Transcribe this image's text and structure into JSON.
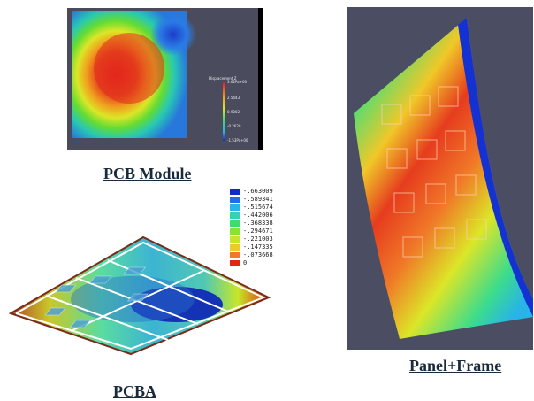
{
  "captions": {
    "pcb_module": "PCB Module",
    "panel_frame": "Panel+Frame",
    "pcba": "PCBA"
  },
  "pcb_colorbar": {
    "title": "Displacement Z",
    "ticks": [
      "3.62Pa+00",
      "2.5443",
      "0.9002",
      "-0.2620",
      "-1.53Pa+00"
    ]
  },
  "pcba_legend": {
    "values": [
      "-.663009",
      "-.589341",
      "-.515674",
      "-.442006",
      "-.368338",
      "-.294671",
      "-.221003",
      "-.147335",
      "-.073668",
      "0"
    ],
    "colors": [
      "#1428c8",
      "#1e6ee6",
      "#28b4e6",
      "#32d2b4",
      "#3cdc6e",
      "#82e632",
      "#c8e628",
      "#f0c828",
      "#f07828",
      "#dc2814"
    ]
  },
  "colors": {
    "viewport_bg": "#4a4c5e",
    "caption_text": "#1a2a3a"
  }
}
